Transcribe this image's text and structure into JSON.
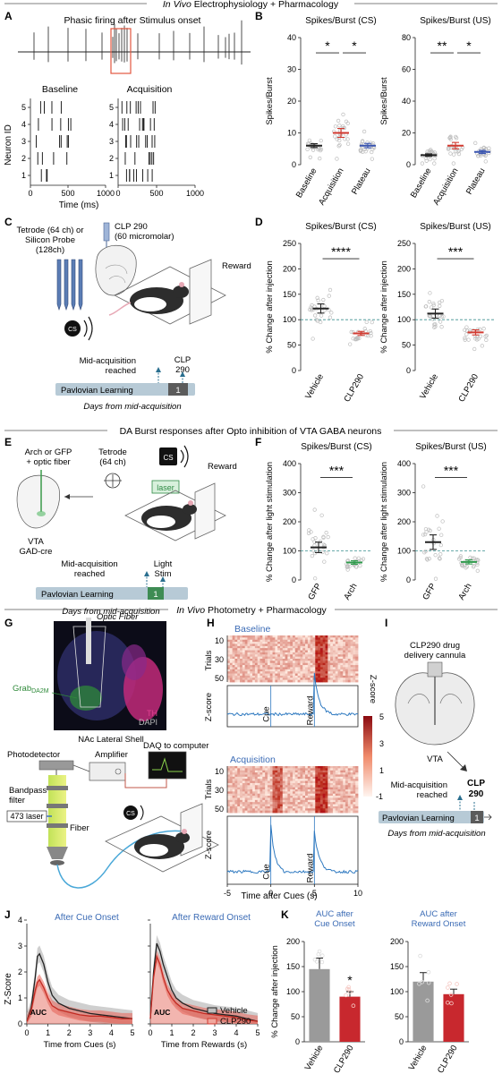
{
  "sections": {
    "s1": {
      "italic": "In Vivo",
      "rest": " Electrophysiology + Pharmacology"
    },
    "s2": "DA Burst responses after Opto inhibition of VTA GABA neurons",
    "s3": {
      "italic": "In Vivo",
      "rest": " Photometry + Pharmacology"
    }
  },
  "panels": {
    "A": {
      "letter": "A",
      "trace_title": "Phasic firing after Stimulus onset",
      "raster_titles": [
        "Baseline",
        "Acquisition"
      ],
      "ylabel": "Neuron ID",
      "neuron_ids": [
        "5",
        "4",
        "3",
        "2",
        "1"
      ],
      "xticks": [
        "0",
        "500",
        "1000"
      ],
      "xlabel": "Time (ms)"
    },
    "B": {
      "letter": "B"
    },
    "C": {
      "letter": "C",
      "probe": [
        "Tetrode (64 ch) or",
        "Silicon Probe",
        "(128ch)"
      ],
      "drug": [
        "CLP 290",
        "(60 micromolar)"
      ],
      "reward": "Reward",
      "cs": "CS",
      "milestone": [
        "Mid-acquisition",
        "reached"
      ],
      "drug_short": [
        "CLP",
        "290"
      ],
      "bar": "Pavlovian Learning",
      "day": "1",
      "caption": "Days from mid-acquisition"
    },
    "D": {
      "letter": "D"
    },
    "E": {
      "letter": "E",
      "virus": [
        "Arch or GFP",
        "+ optic fiber"
      ],
      "tetrode": [
        "Tetrode",
        "(64 ch)"
      ],
      "region": [
        "VTA",
        "GAD-cre"
      ],
      "laser": "laser",
      "reward": "Reward",
      "cs": "CS",
      "milestone": [
        "Mid-acquisition",
        "reached"
      ],
      "stim": [
        "Light",
        "Stim"
      ],
      "bar": "Pavlovian Learning",
      "day": "1",
      "caption": "Days from mid-acquisition"
    },
    "F": {
      "letter": "F"
    },
    "G": {
      "letter": "G",
      "fiber": "Optic Fiber",
      "sensor": "Grab",
      "sensor_sub": "DA2M",
      "stains": [
        "TH",
        "DAPI"
      ],
      "region": "NAc Lateral Shell",
      "photodetector": "Photodetector",
      "amplifier": "Amplifier",
      "daq": "DAQ to computer",
      "filter": [
        "Bandpass",
        "filter"
      ],
      "laser": "473 laser",
      "fiber_label": "Fiber",
      "cs": "CS"
    },
    "H": {
      "letter": "H",
      "blocks": [
        "Baseline",
        "Acquisition"
      ],
      "trials_label": "Trials",
      "trial_ticks": [
        "10",
        "30",
        "50"
      ],
      "z_label": "Z-score",
      "cue": "Cue",
      "reward": "Reward",
      "xticks": [
        "-5",
        "0",
        "5",
        "10"
      ],
      "xlabel": "Time after Cues (s)",
      "colorbar_label": "Z-score",
      "colorbar_ticks": [
        "5",
        "3",
        "1",
        "-1"
      ]
    },
    "I": {
      "letter": "I",
      "cannula": [
        "CLP290 drug",
        "delivery cannula"
      ],
      "region": "VTA",
      "milestone": [
        "Mid-acquisition",
        "reached"
      ],
      "drug": [
        "CLP",
        "290"
      ],
      "bar": "Pavlovian Learning",
      "day": "1",
      "caption": "Days from mid-acquisition"
    },
    "J": {
      "letter": "J",
      "ylabel": "Z-Score",
      "auc": "AUC",
      "legend": [
        "Vehicle",
        "CLP290"
      ],
      "colors": {
        "vehicle": "#222222",
        "clp": "#d23a30"
      }
    },
    "K": {
      "letter": "K"
    }
  },
  "chart_data": [
    {
      "id": "B_cs",
      "type": "scatter",
      "title": "Spikes/Burst (CS)",
      "ylabel": "Spikes/Burst",
      "categories": [
        "Baseline",
        "Acquisition",
        "Plateau"
      ],
      "ylim": [
        0,
        40
      ],
      "yticks": [
        0,
        10,
        20,
        30,
        40
      ],
      "means": [
        6,
        10,
        6
      ],
      "sem": [
        0.6,
        1.4,
        0.7
      ],
      "mean_colors": [
        "#222222",
        "#d23a30",
        "#3a55b0"
      ],
      "sig": [
        {
          "from": 0,
          "to": 1,
          "label": "*"
        },
        {
          "from": 1,
          "to": 2,
          "label": "*"
        }
      ]
    },
    {
      "id": "B_us",
      "type": "scatter",
      "title": "Spikes/Burst (US)",
      "ylabel": "Spikes/Burst",
      "categories": [
        "Baseline",
        "Acquisition",
        "Plateau"
      ],
      "ylim": [
        0,
        80
      ],
      "yticks": [
        0,
        20,
        40,
        60,
        80
      ],
      "means": [
        6,
        12,
        8
      ],
      "sem": [
        0.8,
        2.0,
        1.0
      ],
      "mean_colors": [
        "#222222",
        "#d23a30",
        "#3a55b0"
      ],
      "sig": [
        {
          "from": 0,
          "to": 1,
          "label": "**"
        },
        {
          "from": 1,
          "to": 2,
          "label": "*"
        }
      ]
    },
    {
      "id": "D_cs",
      "type": "scatter",
      "title": "Spikes/Burst (CS)",
      "ylabel": "% Change after injection",
      "categories": [
        "Vehicle",
        "CLP290"
      ],
      "ylim": [
        0,
        250
      ],
      "yticks": [
        0,
        50,
        100,
        150,
        200,
        250
      ],
      "means": [
        122,
        73
      ],
      "sem": [
        9,
        4
      ],
      "mean_colors": [
        "#222222",
        "#d23a30"
      ],
      "reference": 100,
      "sig": [
        {
          "from": 0,
          "to": 1,
          "label": "****"
        }
      ]
    },
    {
      "id": "D_us",
      "type": "scatter",
      "title": "Spikes/Burst (US)",
      "ylabel": "% Change after injection",
      "categories": [
        "Vehicle",
        "CLP290"
      ],
      "ylim": [
        0,
        250
      ],
      "yticks": [
        0,
        50,
        100,
        150,
        200,
        250
      ],
      "means": [
        112,
        75
      ],
      "sem": [
        9,
        5
      ],
      "mean_colors": [
        "#222222",
        "#d23a30"
      ],
      "reference": 100,
      "sig": [
        {
          "from": 0,
          "to": 1,
          "label": "***"
        }
      ]
    },
    {
      "id": "F_cs",
      "type": "scatter",
      "title": "Spikes/Burst (CS)",
      "ylabel": "% Change after light stimulation",
      "categories": [
        "GFP",
        "Arch"
      ],
      "ylim": [
        0,
        400
      ],
      "yticks": [
        0,
        100,
        200,
        300,
        400
      ],
      "means": [
        112,
        60
      ],
      "sem": [
        18,
        6
      ],
      "mean_colors": [
        "#222222",
        "#2e9a4b"
      ],
      "reference": 100,
      "sig": [
        {
          "from": 0,
          "to": 1,
          "label": "***"
        }
      ]
    },
    {
      "id": "F_us",
      "type": "scatter",
      "title": "Spikes/Burst (US)",
      "ylabel": "% Change after light stimulation",
      "categories": [
        "GFP",
        "Arch"
      ],
      "ylim": [
        0,
        400
      ],
      "yticks": [
        0,
        100,
        200,
        300,
        400
      ],
      "means": [
        130,
        62
      ],
      "sem": [
        25,
        7
      ],
      "mean_colors": [
        "#222222",
        "#2e9a4b"
      ],
      "reference": 100,
      "sig": [
        {
          "from": 0,
          "to": 1,
          "label": "***"
        }
      ]
    },
    {
      "id": "J_cue",
      "type": "line",
      "title": "After Cue Onset",
      "xlabel": "Time from Cues (s)",
      "ylabel": "Z-Score",
      "xlim": [
        0,
        5
      ],
      "ylim": [
        0,
        4
      ],
      "xticks": [
        0,
        1,
        2,
        3,
        4,
        5
      ],
      "yticks": [
        0,
        1,
        2,
        3,
        4
      ],
      "series": [
        {
          "name": "Vehicle",
          "x": [
            0,
            0.2,
            0.4,
            0.5,
            0.6,
            0.8,
            1.0,
            1.2,
            1.5,
            2,
            2.5,
            3,
            3.5,
            4,
            4.5,
            5
          ],
          "y": [
            0.1,
            0.6,
            1.8,
            2.6,
            2.7,
            2.3,
            1.6,
            1.1,
            0.8,
            0.6,
            0.5,
            0.4,
            0.35,
            0.3,
            0.25,
            0.2
          ]
        },
        {
          "name": "CLP290",
          "x": [
            0,
            0.2,
            0.4,
            0.5,
            0.6,
            0.8,
            1.0,
            1.2,
            1.5,
            2,
            2.5,
            3,
            3.5,
            4,
            4.5,
            5
          ],
          "y": [
            0.1,
            0.5,
            1.3,
            1.6,
            1.7,
            1.4,
            1.0,
            0.7,
            0.55,
            0.45,
            0.35,
            0.3,
            0.3,
            0.25,
            0.2,
            0.2
          ]
        }
      ]
    },
    {
      "id": "J_rew",
      "type": "line",
      "title": "After Reward Onset",
      "xlabel": "Time from Rewards (s)",
      "ylabel": "Z-Score",
      "xlim": [
        0,
        5
      ],
      "ylim": [
        0,
        4
      ],
      "xticks": [
        0,
        1,
        2,
        3,
        4,
        5
      ],
      "yticks": [
        0,
        1,
        2,
        3,
        4
      ],
      "series": [
        {
          "name": "Vehicle",
          "x": [
            0,
            0.15,
            0.3,
            0.45,
            0.6,
            0.8,
            1.0,
            1.2,
            1.5,
            2,
            2.5,
            3,
            3.5,
            4,
            4.5,
            5
          ],
          "y": [
            0.2,
            2.0,
            3.1,
            2.8,
            2.3,
            1.8,
            1.3,
            1.0,
            0.8,
            0.6,
            0.5,
            0.4,
            0.35,
            0.3,
            0.2,
            0.1
          ]
        },
        {
          "name": "CLP290",
          "x": [
            0,
            0.15,
            0.3,
            0.45,
            0.6,
            0.8,
            1.0,
            1.2,
            1.5,
            2,
            2.5,
            3,
            3.5,
            4,
            4.5,
            5
          ],
          "y": [
            0.2,
            1.8,
            2.6,
            2.3,
            1.8,
            1.3,
            1.0,
            0.8,
            0.6,
            0.5,
            0.4,
            0.35,
            0.3,
            0.25,
            0.15,
            0.1
          ]
        }
      ]
    },
    {
      "id": "K_cue",
      "type": "bar",
      "title": "AUC after Cue Onset",
      "ylabel": "% Change after injection",
      "categories": [
        "Vehicle",
        "CLP290"
      ],
      "values": [
        145,
        90
      ],
      "sem": [
        22,
        10
      ],
      "ylim": [
        0,
        200
      ],
      "yticks": [
        0,
        50,
        100,
        150,
        200
      ],
      "colors": [
        "#9a9a9a",
        "#c8282e"
      ],
      "sig": [
        {
          "over": 1,
          "label": "*"
        }
      ]
    },
    {
      "id": "K_rew",
      "type": "bar",
      "title": "AUC after Reward Onset",
      "ylabel": "",
      "categories": [
        "Vehicle",
        "CLP290"
      ],
      "values": [
        120,
        95
      ],
      "sem": [
        18,
        10
      ],
      "ylim": [
        0,
        200
      ],
      "yticks": [
        0,
        50,
        100,
        150,
        200
      ],
      "colors": [
        "#9a9a9a",
        "#c8282e"
      ],
      "sig": []
    }
  ]
}
